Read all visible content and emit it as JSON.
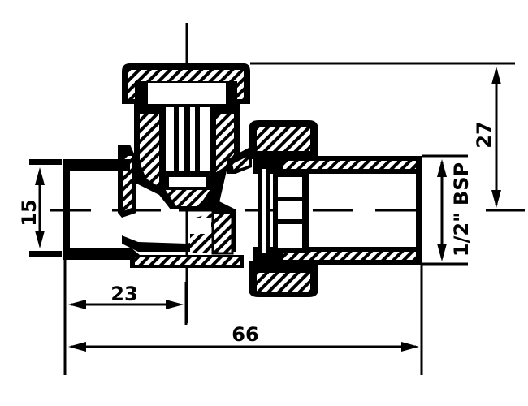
{
  "drawing": {
    "subject": "Angled radiator valve, cross-section",
    "colors": {
      "line": "#000000",
      "background": "#ffffff"
    }
  },
  "dimensions": {
    "inlet_diameter": {
      "label": "15",
      "orientation": "vertical"
    },
    "thread_size": {
      "label": "1/2\" BSP",
      "orientation": "vertical"
    },
    "height_above_axis": {
      "label": "27",
      "orientation": "vertical"
    },
    "inlet_to_axis": {
      "label": "23",
      "orientation": "horizontal"
    },
    "overall_length": {
      "label": "66",
      "orientation": "horizontal"
    }
  }
}
